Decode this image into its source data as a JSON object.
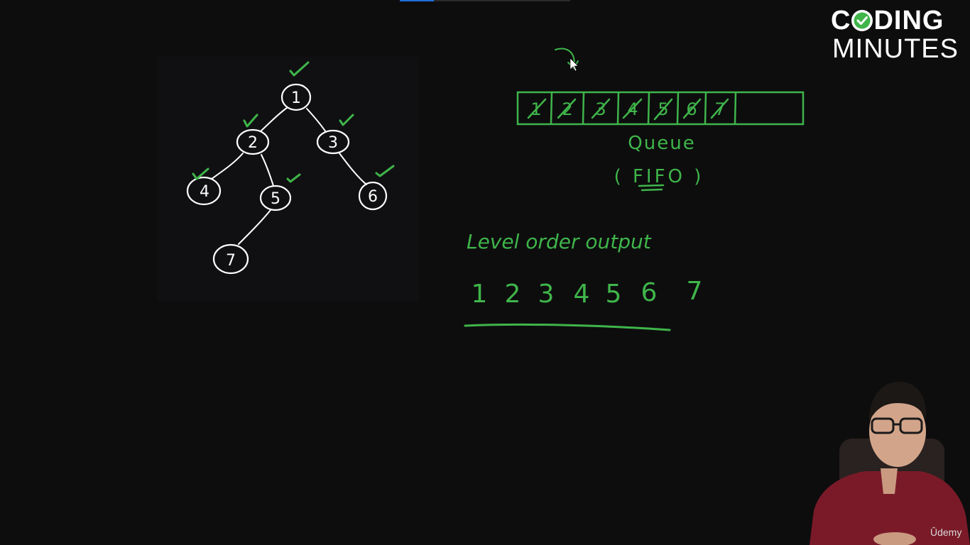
{
  "video": {
    "progress_fraction": 0.2,
    "progress_color": "#1f6fe0"
  },
  "logo": {
    "line1_before": "C",
    "line1_after": "DING",
    "line2": "MINUTES",
    "check_color": "#3fb54a"
  },
  "tree": {
    "nodes": [
      "1",
      "2",
      "3",
      "4",
      "5",
      "6",
      "7"
    ],
    "stroke_color": "#ffffff",
    "check_color": "#3fb54a"
  },
  "queue": {
    "crossed_items": [
      "1",
      "2",
      "3",
      "4",
      "5",
      "6",
      "7"
    ],
    "title": "Queue",
    "subtitle": "( FIFO )",
    "color": "#3fb54a"
  },
  "output": {
    "heading": "Level order output",
    "values": [
      "1",
      "2",
      "3",
      "4",
      "5",
      "6",
      "7"
    ]
  },
  "watermark": "Ûdemy",
  "ink_color": "#3fb54a"
}
